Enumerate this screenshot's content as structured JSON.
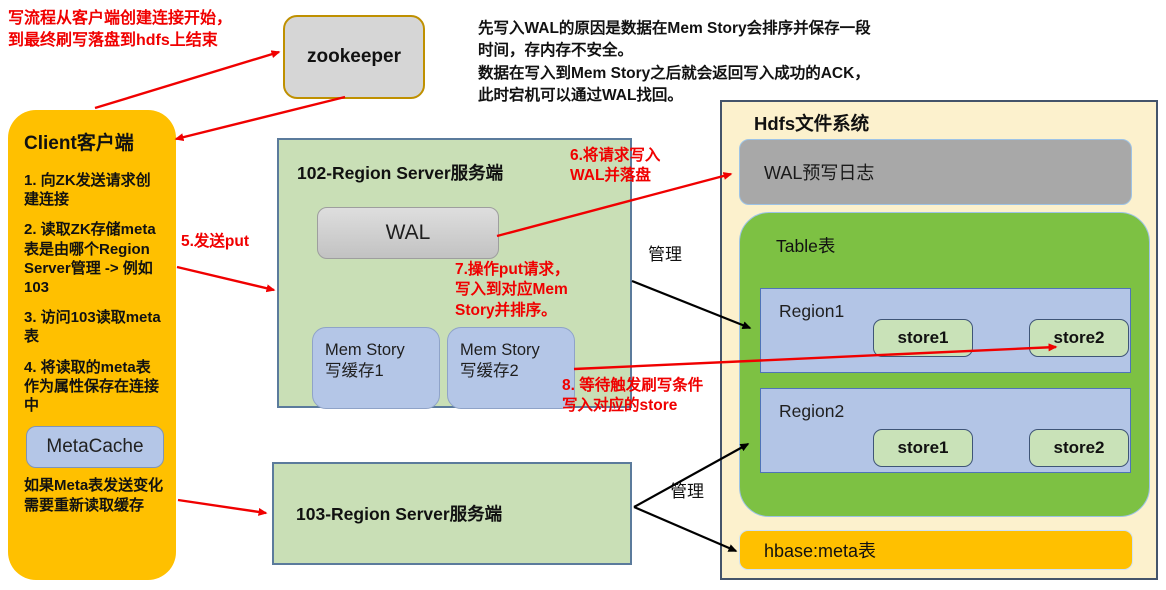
{
  "notes": {
    "top_left": "写流程从客户端创建连接开始，\n到最终刷写落盘到hdfs上结束",
    "top_right": "先写入WAL的原因是数据在Mem Story会排序并保存一段\n时间，存内存不安全。\n数据在写入到Mem Story之后就会返回写入成功的ACK，\n此时宕机可以通过WAL找回。"
  },
  "zookeeper": {
    "label": "zookeeper"
  },
  "client": {
    "title": "Client客户端",
    "steps": [
      "1. 向ZK发送请求创建连接",
      "2. 读取ZK存储meta表是由哪个Region Server管理 -> 例如103",
      "3. 访问103读取meta表",
      "4. 将读取的meta表作为属性保存在连接中"
    ],
    "meta_cache_label": "MetaCache",
    "footnote": "如果Meta表发送变化需要重新读取缓存"
  },
  "region_server_102": {
    "title": "102-Region Server服务端",
    "wal_label": "WAL",
    "mem_stores": [
      "Mem Story\n写缓存1",
      "Mem Story\n写缓存2"
    ]
  },
  "region_server_103": {
    "title": "103-Region Server服务端"
  },
  "hdfs": {
    "title": "Hdfs文件系统",
    "wal_log_label": "WAL预写日志",
    "table": {
      "title": "Table表",
      "regions": [
        {
          "name": "Region1",
          "stores": [
            "store1",
            "store2"
          ]
        },
        {
          "name": "Region2",
          "stores": [
            "store1",
            "store2"
          ]
        }
      ]
    },
    "meta_table_label": "hbase:meta表"
  },
  "arrow_labels": {
    "step5": "5.发送put",
    "step6": "6.将请求写入\nWAL并落盘",
    "step7": "7.操作put请求，\n写入到对应Mem\nStory并排序。",
    "step8": "8. 等待触发刷写条件\n写入对应的store",
    "manage_upper": "管理",
    "manage_lower": "管理"
  },
  "colors": {
    "client_orange": "#FFC000",
    "meta_table_orange": "#FFC000",
    "server_green": "#C9DFB6",
    "table_green": "#7DC143",
    "region_blue": "#B4C6E7",
    "store_green": "#C9E2B8",
    "zookeeper_gray": "#D6D6D6",
    "wal_gray": "#CFCFCF",
    "hdfs_cream": "#FCF1CD",
    "arrow_red": "#F00000",
    "arrow_black": "#000000",
    "border_slate": "#5B7B9C",
    "zookeeper_border_gold": "#BF9000"
  }
}
